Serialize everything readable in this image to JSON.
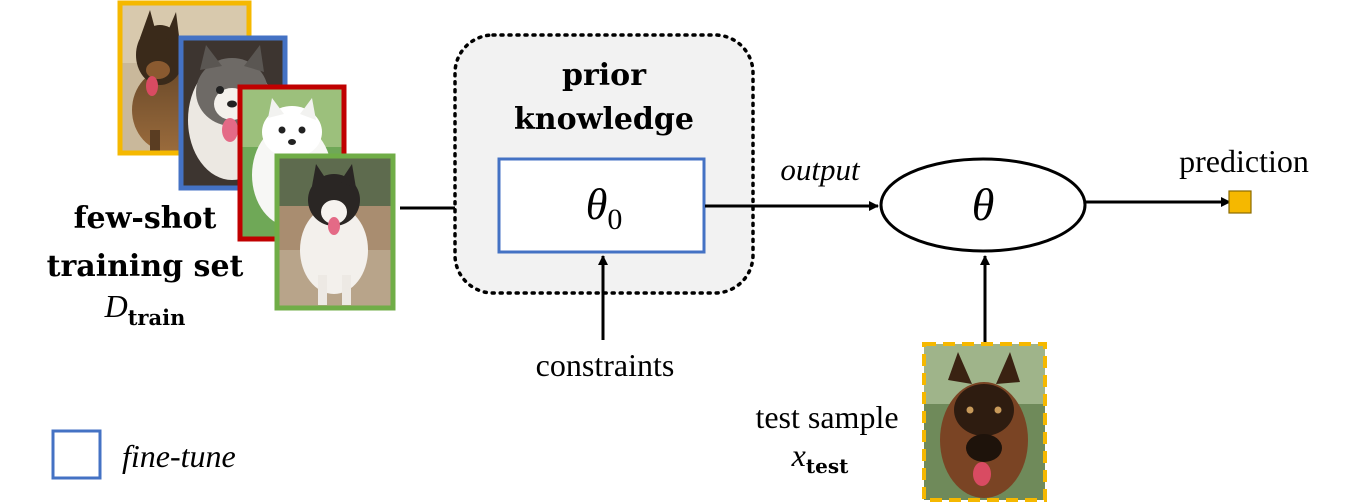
{
  "training": {
    "label_line1": "few-shot",
    "label_line2": "training set",
    "set_symbol": "D",
    "set_subscript": "train",
    "frame_colors": [
      "#F5B800",
      "#4472C4",
      "#C00000",
      "#70AD47"
    ]
  },
  "prior": {
    "title_line1": "prior",
    "title_line2": "knowledge",
    "param_symbol": "θ",
    "param_subscript": "0",
    "border_color": "#4472C4"
  },
  "constraints_label": "constraints",
  "output_label": "output",
  "model": {
    "param_symbol": "θ"
  },
  "prediction": {
    "label": "prediction",
    "marker_color": "#F5B800"
  },
  "test": {
    "label_line1": "test sample",
    "symbol": "x",
    "subscript": "test",
    "frame_color": "#F5B800"
  },
  "legend": {
    "label": "fine-tune",
    "swatch_color": "#4472C4"
  },
  "icons": [
    "german-shepherd-photo",
    "husky-puppy-photo",
    "samoyed-puppy-photo",
    "malamute-photo",
    "test-german-shepherd-photo"
  ]
}
